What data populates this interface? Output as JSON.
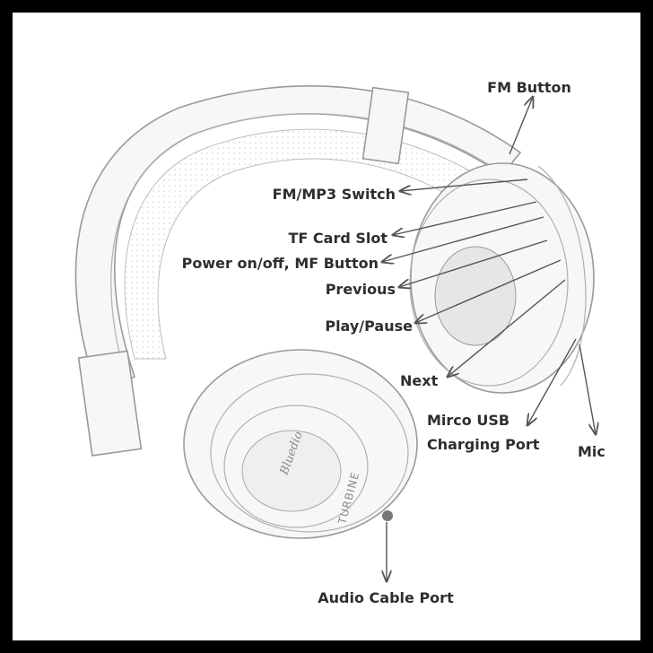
{
  "labels": {
    "fm_button": "FM Button",
    "fm_mp3_switch": "FM/MP3 Switch",
    "tf_card_slot": "TF Card Slot",
    "power_mf_button": "Power on/off, MF Button",
    "previous": "Previous",
    "play_pause": "Play/Pause",
    "next": "Next",
    "usb_line1": "Mirco USB",
    "usb_line2": "Charging Port",
    "mic": "Mic",
    "audio_cable_port": "Audio Cable Port"
  },
  "product_lettering": {
    "brand": "Bluedio",
    "model": "TURBINE"
  },
  "colors": {
    "frame": "#000000",
    "background": "#ffffff",
    "text": "#2e2e2e",
    "arrow": "#555555"
  }
}
